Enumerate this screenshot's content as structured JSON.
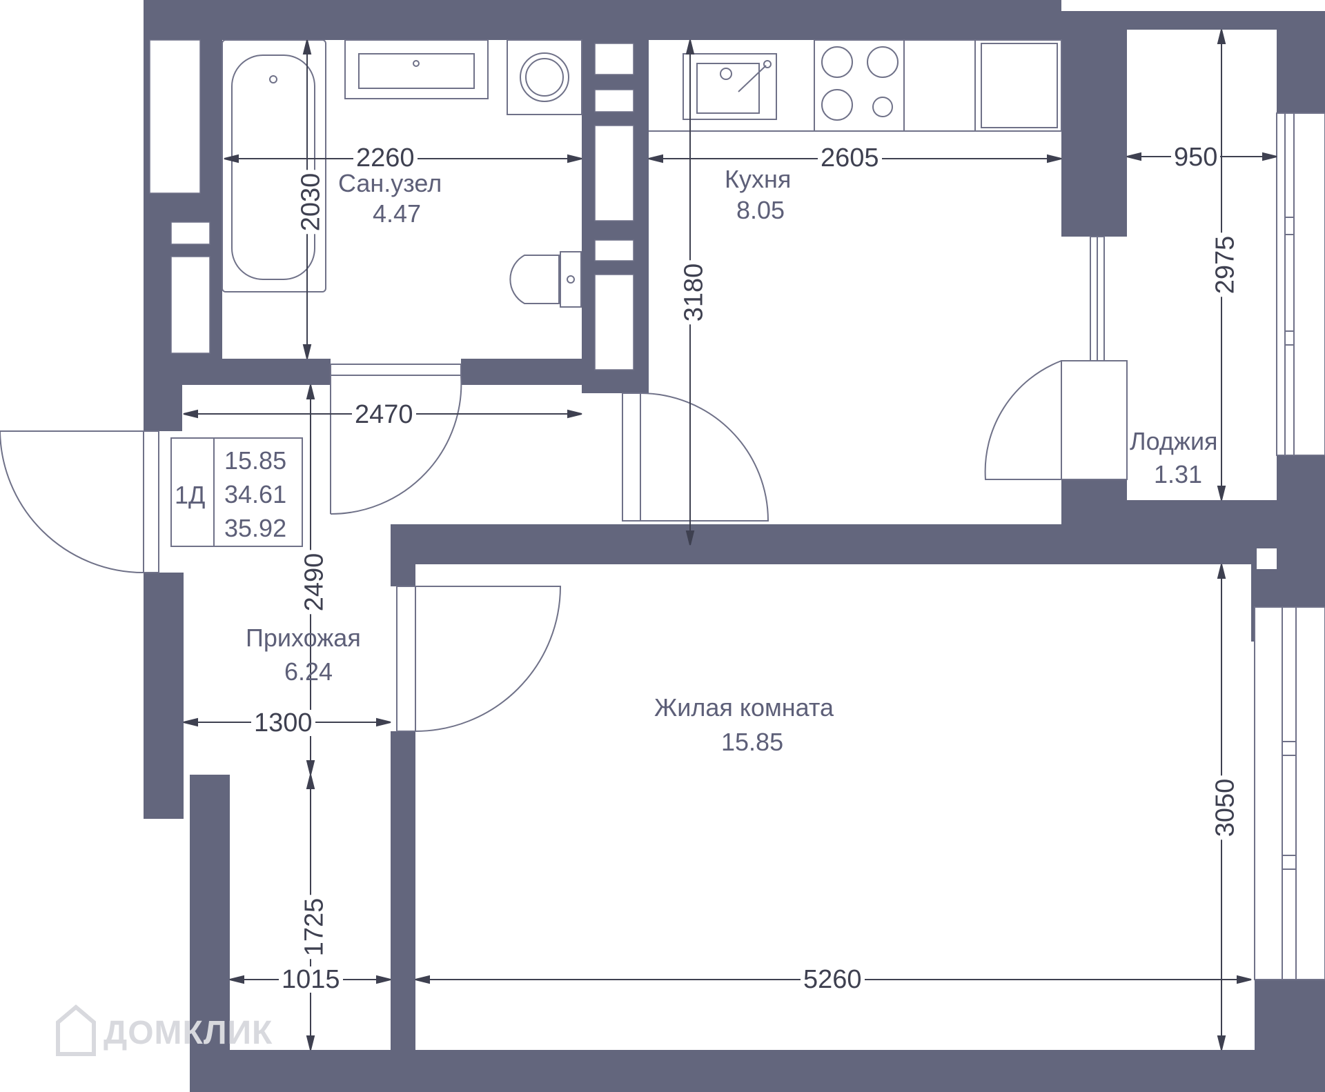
{
  "rooms": {
    "bathroom": {
      "name": "Сан.узел",
      "area": "4.47"
    },
    "kitchen": {
      "name": "Кухня",
      "area": "8.05"
    },
    "loggia": {
      "name": "Лоджия",
      "area": "1.31"
    },
    "hall": {
      "name": "Прихожая",
      "area": "6.24"
    },
    "living": {
      "name": "Жилая комната",
      "area": "15.85"
    }
  },
  "summary": {
    "type": "1Д",
    "living_area": "15.85",
    "total_area": "34.61",
    "total_with_loggia": "35.92"
  },
  "dimensions": {
    "bath_width": "2260",
    "bath_height": "2030",
    "kitchen_width": "2605",
    "kitchen_height": "3180",
    "loggia_width": "950",
    "loggia_height": "2975",
    "corridor_width": "2470",
    "hall_height": "2490",
    "hall_width": "1300",
    "hall_lower_height": "1725",
    "hall_lower_width": "1015",
    "living_width": "5260",
    "living_height": "3050"
  },
  "watermark": "ДОМКЛИК",
  "colors": {
    "wall": "#63667d",
    "line": "#3e4050",
    "fixture": "#6f7188"
  }
}
